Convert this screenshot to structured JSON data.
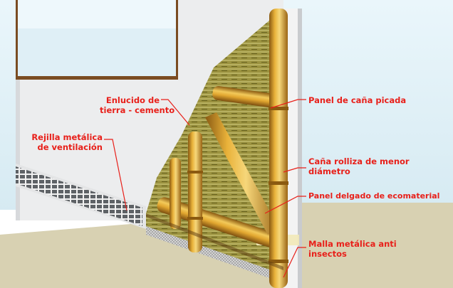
{
  "labels": {
    "enlucido": [
      "Enlucido de",
      "tierra - cemento"
    ],
    "rejilla": [
      "Rejilla metálica",
      "de ventilación"
    ],
    "panel_cana": [
      "Panel de caña picada"
    ],
    "cana_rolliza": [
      "Caña rolliza de menor",
      "diámetro"
    ],
    "panel_delgado": [
      "Panel delgado de ecomaterial"
    ],
    "malla": [
      "Malla metálica anti",
      "insectos"
    ]
  },
  "colors": {
    "annotation": "#e8201a",
    "sky": "#d6ecf4",
    "ground": "#d8d1b2",
    "plaster": "#ecedee",
    "bamboo": "#d9a12c",
    "weave": "#a89d3c",
    "window_frame": "#8a5a2b"
  }
}
